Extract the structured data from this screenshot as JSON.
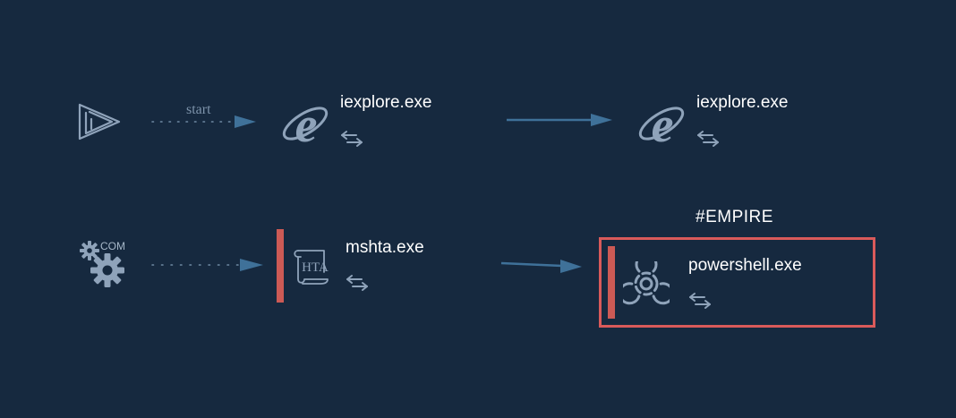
{
  "colors": {
    "background": "#16293f",
    "icon": "#8fa3ba",
    "arrow": "#3f7199",
    "dotted": "#6f8aa3",
    "alert": "#d95a5a",
    "text": "#ffffff"
  },
  "row1": {
    "trigger_icon": "play-launch-icon",
    "edge_label": "start",
    "node1": {
      "icon": "internet-explorer-icon",
      "name": "iexplore.exe",
      "sub_icon": "sync-arrows-icon"
    },
    "node2": {
      "icon": "internet-explorer-icon",
      "name": "iexplore.exe",
      "sub_icon": "sync-arrows-icon"
    }
  },
  "row2": {
    "trigger_icon": "gears-icon",
    "trigger_label": "COM",
    "node1": {
      "icon": "hta-scroll-icon",
      "icon_text": "HTA",
      "name": "mshta.exe",
      "sub_icon": "sync-arrows-icon"
    },
    "tag": "#EMPIRE",
    "node2": {
      "icon": "biohazard-icon",
      "name": "powershell.exe",
      "sub_icon": "sync-arrows-icon"
    }
  }
}
